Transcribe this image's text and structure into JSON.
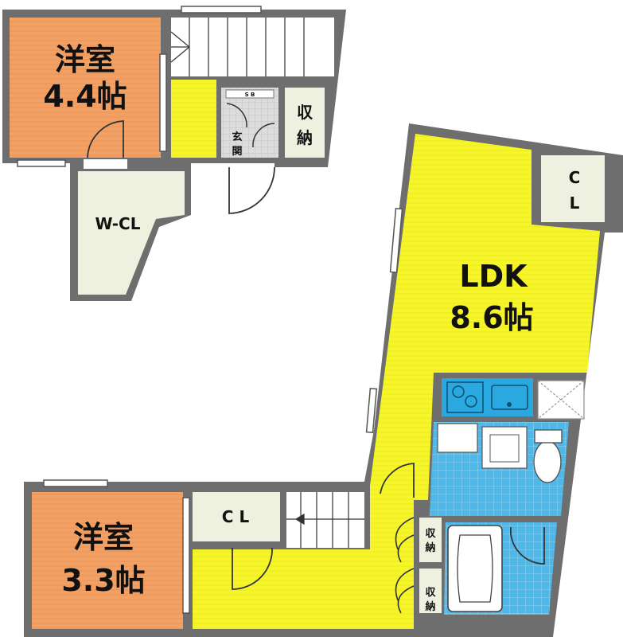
{
  "floor_plan": {
    "rooms": {
      "western_room_upper": {
        "name": "洋室",
        "size": "4.4帖"
      },
      "western_room_lower": {
        "name": "洋室",
        "size": "3.3帖"
      },
      "ldk": {
        "name": "LDK",
        "size": "8.6帖"
      },
      "walk_in_closet": {
        "label": "W-CL"
      },
      "closet_ldk": {
        "line1": "C",
        "line2": "L"
      },
      "closet_lower": {
        "label": "C L"
      },
      "storage_entrance": {
        "line1": "収",
        "line2": "納"
      },
      "storage_lower_1": {
        "line1": "収",
        "line2": "納"
      },
      "storage_lower_2": {
        "line1": "収",
        "line2": "納"
      },
      "entrance": {
        "line1": "玄",
        "line2": "関",
        "shoe_box": "S B"
      }
    },
    "colors": {
      "wall": "#6e6e6e",
      "western_floor": "#f2a064",
      "ldk_floor": "#f5f52a",
      "closet_floor": "#eef0e0",
      "wet_area_tile": "#4fb8e8",
      "kitchen_counter": "#2aa8e0",
      "entrance_floor": "#d8d8d8"
    }
  }
}
